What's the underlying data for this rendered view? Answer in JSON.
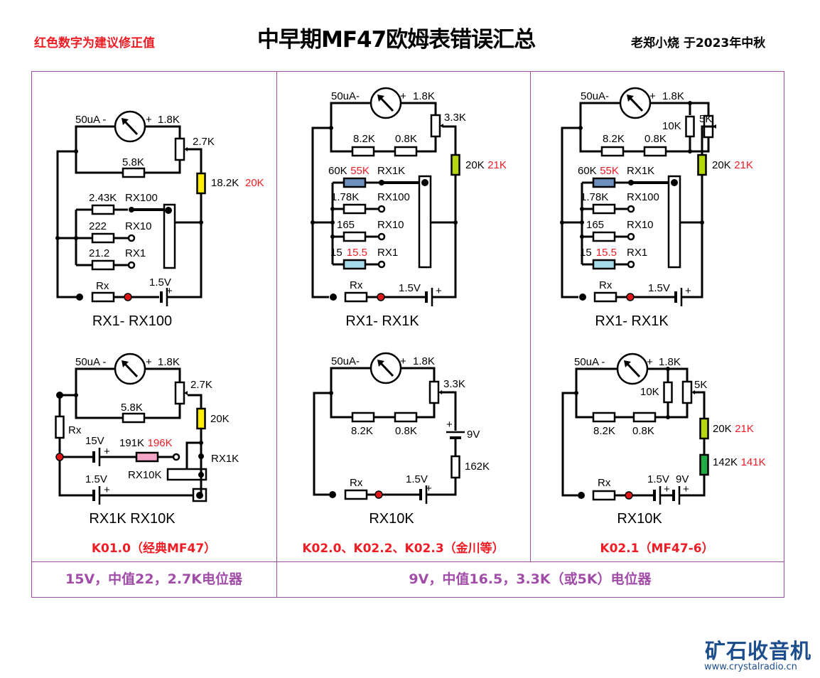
{
  "header": {
    "note": "红色数字为建议修正值",
    "title": "中早期MF47欧姆表错误汇总",
    "author": "老郑小烧 于2023年中秋"
  },
  "colors": {
    "frame": "#a04ca8",
    "correction_red": "#ee1c24",
    "yellow_resistor": "#ffee00",
    "lime_resistor": "#b5d80f",
    "green_resistor": "#22aa44",
    "blue_resistor": "#6f8fbf",
    "lightblue_resistor": "#a6dcea",
    "pink_resistor": "#f4a6c6",
    "logo_blue": "#1c4d8c"
  },
  "panels": [
    {
      "id": "k01-top",
      "caption": "RX1- RX100",
      "meter": "50uA",
      "minus": "-",
      "plus": "+",
      "r_series": "1.8K",
      "pot": "2.7K",
      "shunt": "5.8K",
      "main_r": "18.2K",
      "main_r_fix": "20K",
      "ranges": [
        {
          "r": "2.43K",
          "fix": "",
          "label": "RX100"
        },
        {
          "r": "222",
          "fix": "",
          "label": "RX10"
        },
        {
          "r": "21.2",
          "fix": "",
          "label": "RX1"
        }
      ],
      "rx": "Rx",
      "battery": "1.5V",
      "battery_plus": "+"
    },
    {
      "id": "k01-bottom",
      "caption": "RX1K  RX10K",
      "meter": "50uA",
      "minus": "-",
      "plus": "+",
      "r_series": "1.8K",
      "pot": "2.7K",
      "shunt": "5.8K",
      "main_r": "20K",
      "rx": "Rx",
      "hv_battery": "15V",
      "hv_r": "191K",
      "hv_r_fix": "196K",
      "rx1k": "RX1K",
      "rx10k": "RX10K",
      "battery": "1.5V",
      "battery_plus": "+"
    },
    {
      "id": "k02-top",
      "caption": "RX1- RX1K",
      "meter": "50uA",
      "minus": "-",
      "plus": "+",
      "r_series": "1.8K",
      "pot": "3.3K",
      "shunt1": "8.2K",
      "shunt2": "0.8K",
      "main_r": "20K",
      "main_r_fix": "21K",
      "ranges": [
        {
          "r": "60K",
          "fix": "55K",
          "label": "RX1K"
        },
        {
          "r": "1.78K",
          "fix": "",
          "label": "RX100"
        },
        {
          "r": "165",
          "fix": "",
          "label": "RX10"
        },
        {
          "r": "15",
          "fix": "15.5",
          "label": "RX1"
        }
      ],
      "rx": "Rx",
      "battery": "1.5V",
      "battery_plus": "+"
    },
    {
      "id": "k02-bottom",
      "caption": "RX10K",
      "meter": "50uA",
      "minus": "-",
      "plus": "+",
      "r_series": "1.8K",
      "pot": "3.3K",
      "shunt1": "8.2K",
      "shunt2": "0.8K",
      "hv_battery": "9V",
      "hv_r": "162K",
      "rx": "Rx",
      "battery": "1.5V",
      "battery_plus": "+"
    },
    {
      "id": "k021-top",
      "caption": "RX1- RX1K",
      "meter": "50uA",
      "minus": "-",
      "plus": "+",
      "r_series": "1.8K",
      "fixed_parallel": "10K",
      "pot": "5K",
      "shunt1": "8.2K",
      "shunt2": "0.8K",
      "main_r": "20K",
      "main_r_fix": "21K",
      "ranges": [
        {
          "r": "60K",
          "fix": "55K",
          "label": "RX1K"
        },
        {
          "r": "1.78K",
          "fix": "",
          "label": "RX100"
        },
        {
          "r": "165",
          "fix": "",
          "label": "RX10"
        },
        {
          "r": "15",
          "fix": "15.5",
          "label": "RX1"
        }
      ],
      "rx": "Rx",
      "battery": "1.5V",
      "battery_plus": "+"
    },
    {
      "id": "k021-bottom",
      "caption": "RX10K",
      "meter": "50uA",
      "minus": "-",
      "plus": "+",
      "r_series": "1.8K",
      "fixed_parallel": "10K",
      "pot": "5K",
      "shunt1": "8.2K",
      "shunt2": "0.8K",
      "main_r": "20K",
      "main_r_fix": "21K",
      "hv_r": "142K",
      "hv_r_fix": "141K",
      "rx": "Rx",
      "battery": "1.5V",
      "hv_battery": "9V",
      "battery_plus": "+"
    }
  ],
  "variants": [
    "K01.0（经典MF47）",
    "K02.0、K02.2、K02.3（金川等）",
    "K02.1（MF47-6）"
  ],
  "footers": [
    "15V，中值22，2.7K电位器",
    "9V，中值16.5，3.3K（或5K）电位器"
  ],
  "logo": {
    "name": "矿石收音机",
    "url": "www.crystalradio.cn"
  }
}
